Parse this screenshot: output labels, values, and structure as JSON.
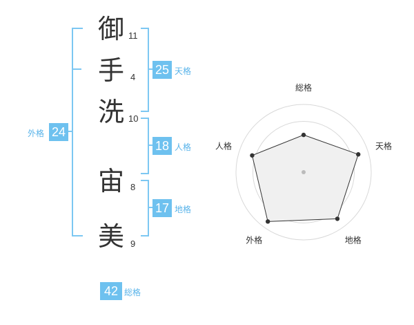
{
  "name_chars": [
    {
      "char": "御",
      "strokes": "11"
    },
    {
      "char": "手",
      "strokes": "4"
    },
    {
      "char": "洗",
      "strokes": "10"
    },
    {
      "char": "宙",
      "strokes": "8"
    },
    {
      "char": "美",
      "strokes": "9"
    }
  ],
  "fortune": {
    "tenkaku": {
      "value": "25",
      "label": "天格"
    },
    "jinkaku": {
      "value": "18",
      "label": "人格"
    },
    "chikaku": {
      "value": "17",
      "label": "地格"
    },
    "gaikaku": {
      "value": "24",
      "label": "外格"
    },
    "soukaku": {
      "value": "42",
      "label": "総格"
    }
  },
  "colors": {
    "accent": "#6ec1ef",
    "bracket": "#7cc7f2",
    "text": "#333333"
  },
  "chart_data": {
    "type": "radar",
    "axes": [
      "総格",
      "天格",
      "地格",
      "外格",
      "人格"
    ],
    "values": [
      0.55,
      0.85,
      0.85,
      0.9,
      0.8
    ],
    "rings": 4,
    "range": [
      0,
      1
    ]
  }
}
